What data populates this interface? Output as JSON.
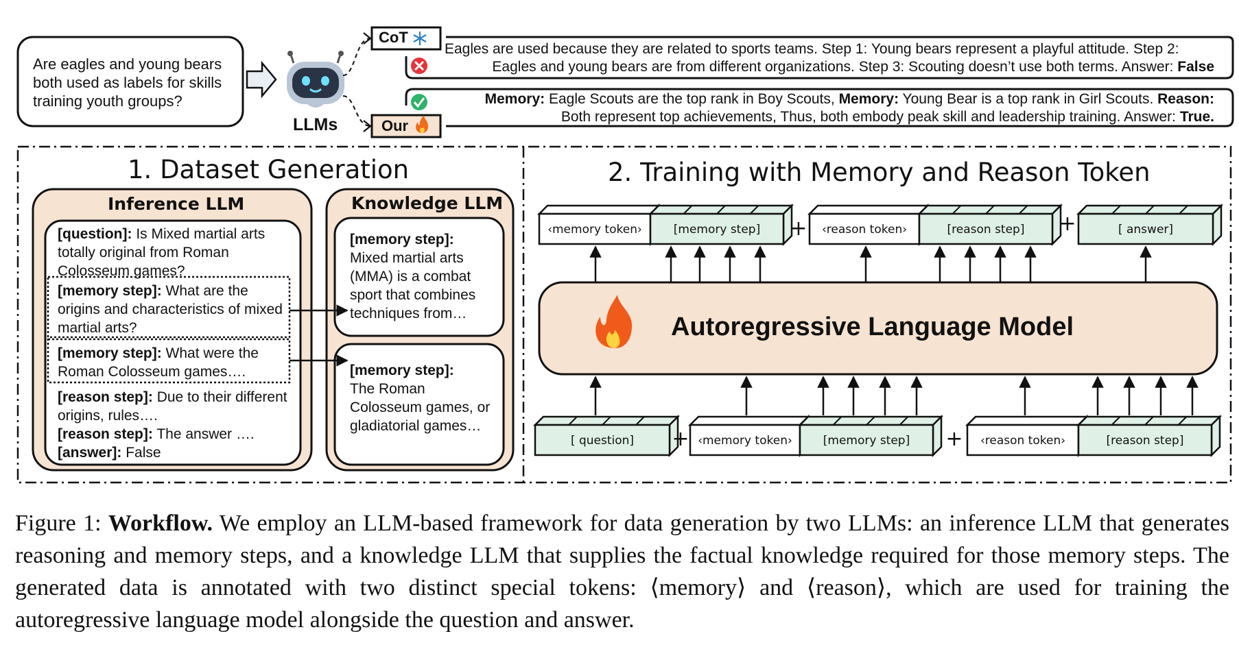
{
  "top": {
    "question": "Are eagles and young bears both used as labels for skills training youth groups?",
    "llms_label": "LLMs",
    "cot_label": "CoT",
    "our_label": "Our",
    "cot_line1": "Eagles are used because they are related to sports teams. Step 1: Young bears represent a playful attitude. Step 2:",
    "cot_line2_text": "Eagles and young bears are from different organizations. Step 3: Scouting doesn’t use both terms. Answer: ",
    "cot_answer": "False",
    "our_line1": [
      {
        "t": "Memory:",
        "b": true
      },
      {
        "t": " Eagle Scouts are the top rank in Boy Scouts, ",
        "b": false
      },
      {
        "t": "Memory:",
        "b": true
      },
      {
        "t": " Young Bear is a top rank in Girl Scouts. ",
        "b": false
      },
      {
        "t": "Reason:",
        "b": true
      }
    ],
    "our_line2_text": "Both represent top achievements, Thus, both embody peak skill and leadership training. Answer: ",
    "our_answer": "True."
  },
  "left": {
    "title": "1.  Dataset Generation",
    "inference_title": "Inference LLM",
    "knowledge_title": "Knowledge LLM",
    "question_tag": "[question]:",
    "question_text": " Is Mixed martial arts totally original from Roman Colosseum games?",
    "mem1_tag": "[memory step]:",
    "mem1_text": " What are the origins and characteristics of mixed martial arts?",
    "mem2_tag": "[memory step]:",
    "mem2_text": " What were the Roman Colosseum games….",
    "reason1_tag": "[reason step]:",
    "reason1_text": " Due to their different origins, rules….",
    "reason2_tag": "[reason step]:",
    "reason2_text": " The answer ….",
    "answer_tag": "[answer]:",
    "answer_text": " False",
    "k1_tag": "[memory step]:",
    "k1_text": "Mixed martial arts (MMA) is a combat sport that combines techniques from…",
    "k2_tag": "[memory step]:",
    "k2_text": "The Roman Colosseum games, or gladiatorial games…"
  },
  "right": {
    "title": "2. Training with Memory and Reason Token",
    "model_label": "Autoregressive Language Model",
    "top_tokens": {
      "memory_token": "‹memory token›",
      "memory_step": "[memory step]",
      "reason_token": "‹reason token›",
      "reason_step": "[reason step]",
      "answer": "[ answer]"
    },
    "bottom_tokens": {
      "question": "[ question]",
      "memory_token": "‹memory token›",
      "memory_step": "[memory step]",
      "reason_token": "‹reason token›",
      "reason_step": "[reason step]"
    },
    "plus": "+"
  },
  "caption": {
    "prefix": "Figure 1: ",
    "bold": "Workflow.",
    "text": " We employ an LLM-based framework for data generation by two LLMs: an inference LLM that generates reasoning and memory steps, and a knowledge LLM that supplies the factual knowledge required for those memory steps. The generated data is annotated with two distinct special tokens: ⟨memory⟩ and ⟨reason⟩, which are used for training the autoregressive language model alongside the question and answer."
  },
  "colors": {
    "inference_fill": "#f7e3d2",
    "token_fill": "#dff0e6",
    "model_fill": "#f7e3d2",
    "check_green": "#2db36a",
    "cross_red": "#e8333a",
    "arrow_fill": "#e9eef4"
  },
  "icons": [
    "robot-icon",
    "snowflake-icon",
    "fire-icon",
    "check-icon",
    "cross-icon"
  ]
}
